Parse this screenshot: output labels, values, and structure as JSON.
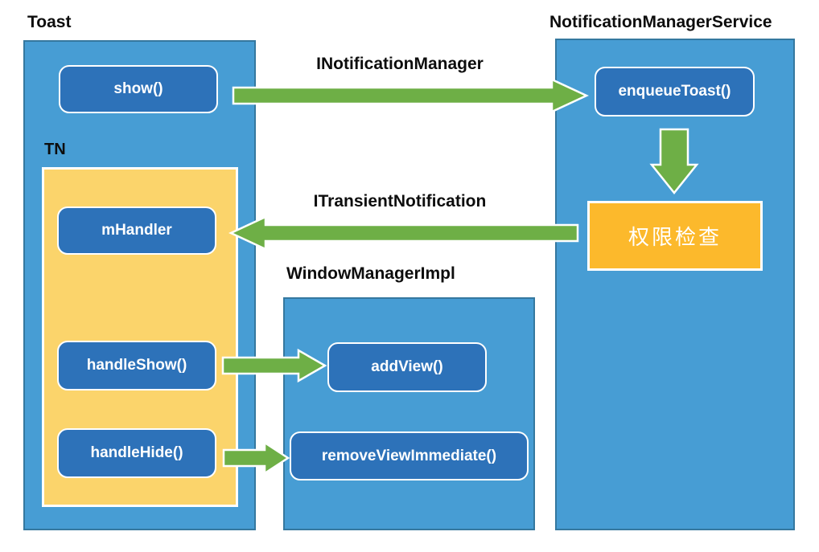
{
  "colors": {
    "container_blue": "#479DD4",
    "container_border": "#35789F",
    "button_blue": "#2D72B9",
    "yellow": "#FBD46B",
    "orange": "#FCB92C",
    "green": "#6EAF46",
    "arrow_outline": "#FFFFFF",
    "title_text": "#0D0D0D"
  },
  "toast": {
    "title": "Toast",
    "show_label": "show()",
    "tn_label": "TN",
    "mhandler_label": "mHandler",
    "handle_show_label": "handleShow()",
    "handle_hide_label": "handleHide()"
  },
  "nms": {
    "title": "NotificationManagerService",
    "enqueue_toast_label": "enqueueToast()",
    "permission_check_label": "权限检查"
  },
  "wmi": {
    "title": "WindowManagerImpl",
    "add_view_label": "addView()",
    "remove_view_immediate_label": "removeViewImmediate()"
  },
  "arrows": {
    "inotification_manager_label": "INotificationManager",
    "itransient_notification_label": "ITransientNotification"
  }
}
